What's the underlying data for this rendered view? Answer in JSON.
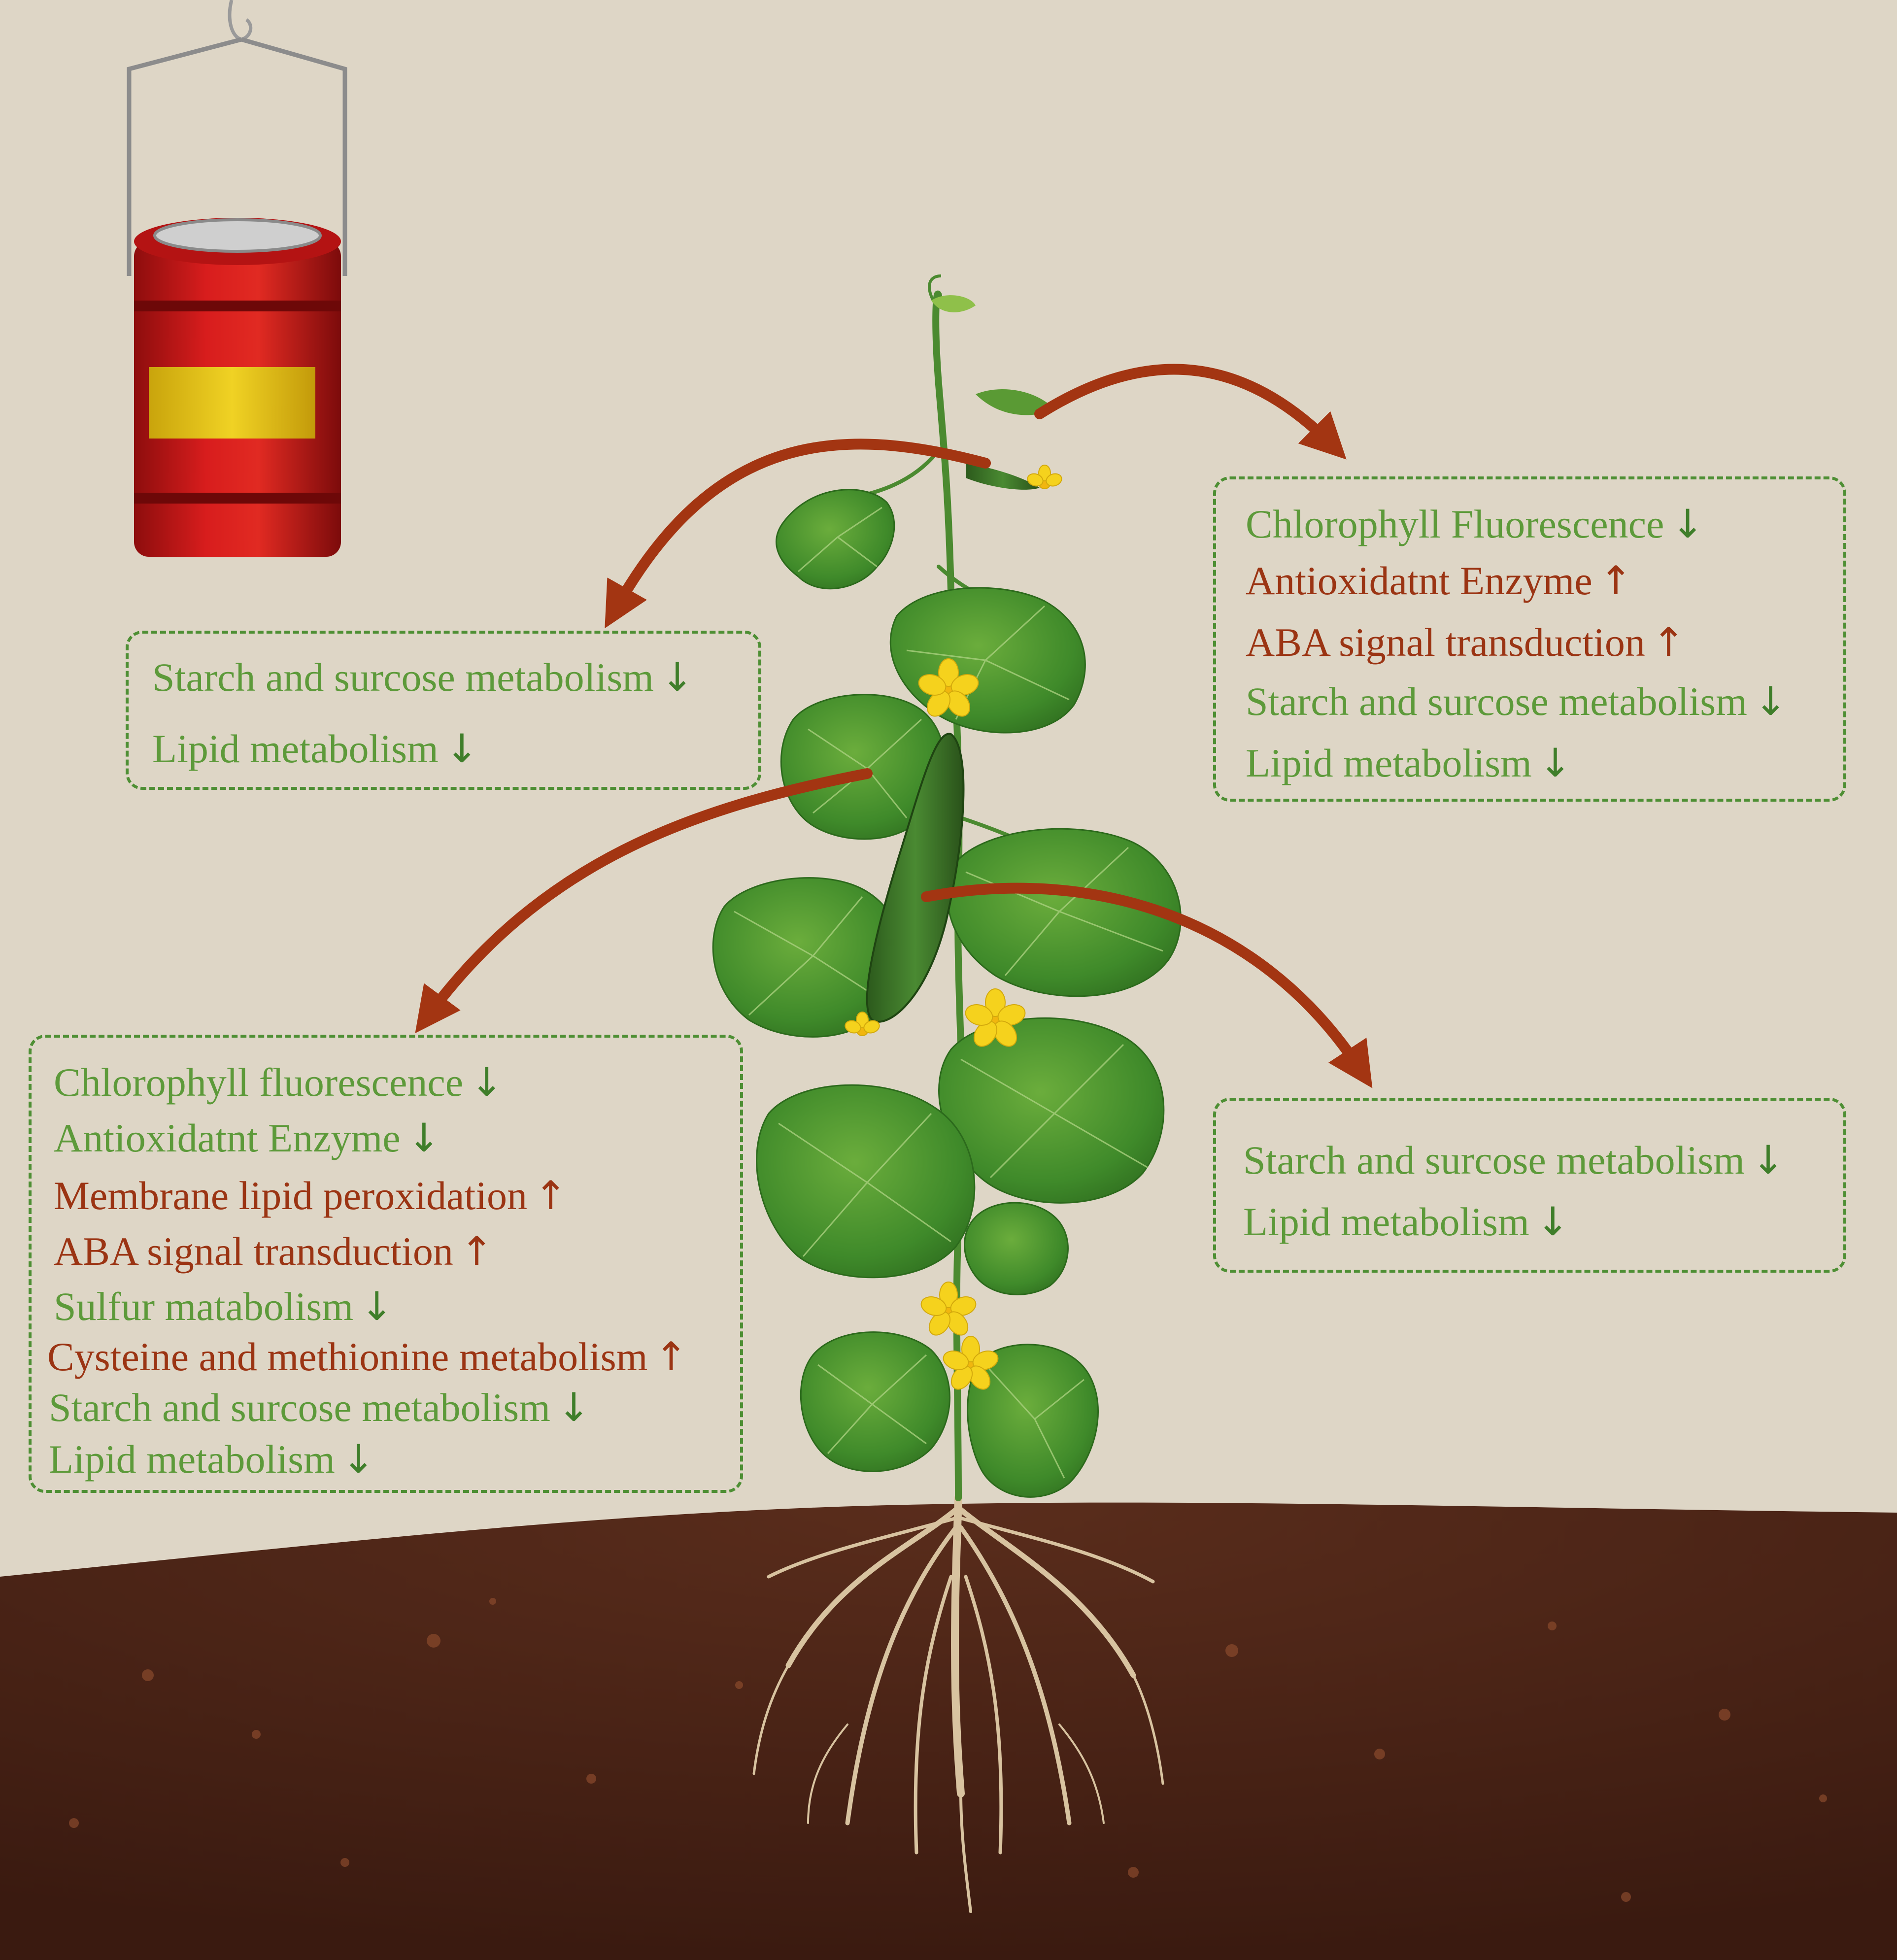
{
  "colors": {
    "background": "#ded6c6",
    "soil": "#4a2418",
    "down_regulated": "#5d9a3a",
    "up_regulated": "#9b3413",
    "arrow": "#a33512",
    "border": "#4e8f34"
  },
  "icons": [
    "metal-bucket",
    "cucumber-plant",
    "roots",
    "curved-arrow",
    "down-arrow",
    "up-arrow"
  ],
  "boxes": {
    "top_left": {
      "items": [
        {
          "text": "Starch and surcose metabolism",
          "trend": "↓",
          "color": "green"
        },
        {
          "text": "Lipid metabolism",
          "trend": "↓",
          "color": "green"
        }
      ]
    },
    "top_right": {
      "items": [
        {
          "text": "Chlorophyll Fluorescence",
          "trend": "↓",
          "color": "green"
        },
        {
          "text": "Antioxidatnt Enzyme",
          "trend": "↑",
          "color": "red"
        },
        {
          "text": "ABA signal transduction",
          "trend": "↑",
          "color": "red"
        },
        {
          "text": "Starch and surcose metabolism",
          "trend": "↓",
          "color": "green"
        },
        {
          "text": "Lipid metabolism",
          "trend": "↓",
          "color": "green"
        }
      ]
    },
    "bottom_left": {
      "items": [
        {
          "text": "Chlorophyll fluorescence",
          "trend": "↓",
          "color": "green"
        },
        {
          "text": "Antioxidatnt Enzyme",
          "trend": "↓",
          "color": "green"
        },
        {
          "text": "Membrane lipid peroxidation",
          "trend": "↑",
          "color": "red"
        },
        {
          "text": "ABA signal transduction",
          "trend": "↑",
          "color": "red"
        },
        {
          "text": "Sulfur matabolism",
          "trend": "↓",
          "color": "green"
        },
        {
          "text": "Cysteine and methionine metabolism",
          "trend": "↑",
          "color": "red"
        },
        {
          "text": "Starch and surcose metabolism",
          "trend": "↓",
          "color": "green"
        },
        {
          "text": "Lipid metabolism",
          "trend": "↓",
          "color": "green"
        }
      ]
    },
    "bottom_right": {
      "items": [
        {
          "text": "Starch and surcose metabolism",
          "trend": "↓",
          "color": "green"
        },
        {
          "text": "Lipid metabolism",
          "trend": "↓",
          "color": "green"
        }
      ]
    }
  }
}
